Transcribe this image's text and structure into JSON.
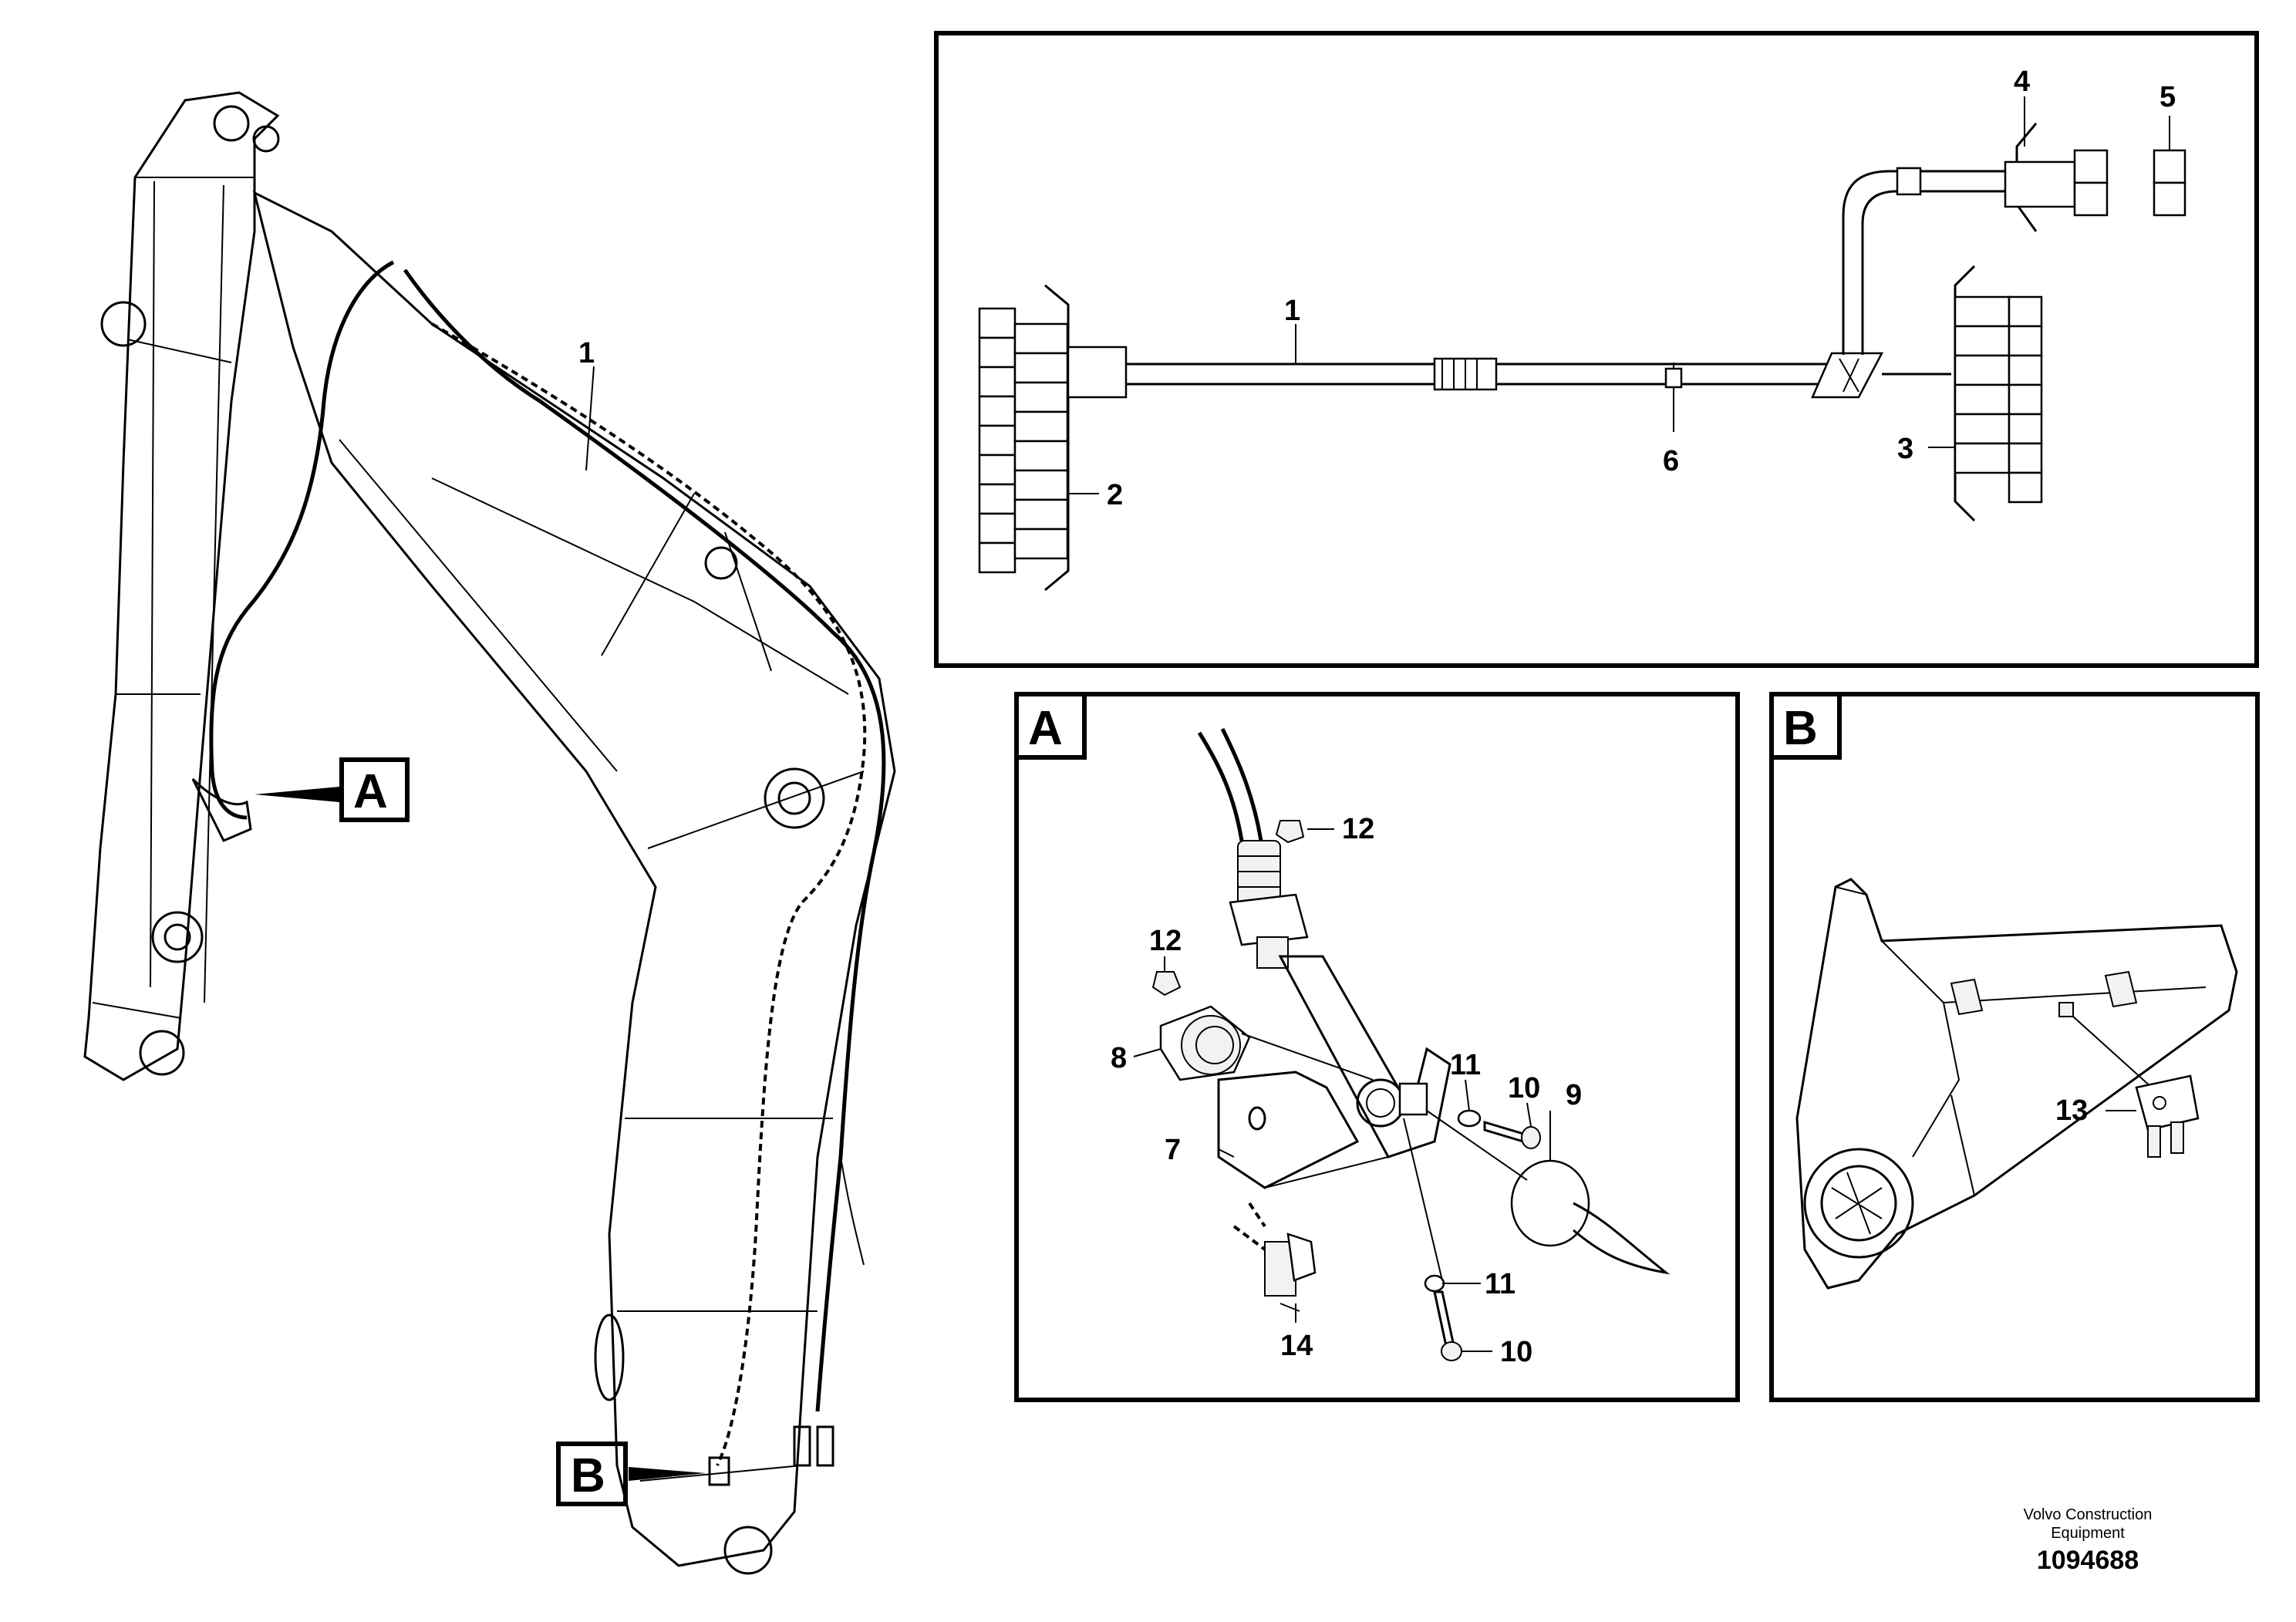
{
  "callouts": {
    "c1": "1",
    "c2": "2",
    "c3": "3",
    "c4": "4",
    "c5": "5",
    "c6": "6",
    "c7": "7",
    "c8": "8",
    "c9": "9",
    "c10": "10",
    "c11": "11",
    "c12": "12",
    "c13": "13",
    "c14": "14",
    "boom1": "1"
  },
  "view_labels": {
    "a": "A",
    "b": "B"
  },
  "footer": {
    "manufacturer_line1": "Volvo Construction",
    "manufacturer_line2": "Equipment",
    "drawing_number": "1094688"
  }
}
